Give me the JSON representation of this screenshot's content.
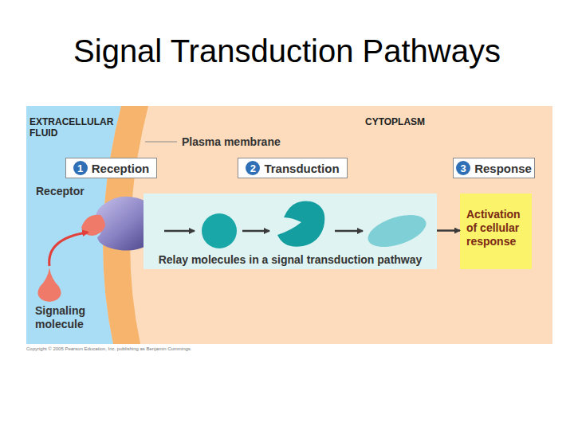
{
  "diagram": {
    "title": "Signal Transduction Pathways",
    "nodes": [
      {
        "text": [
          "1",
          "Reception"
        ]
      },
      {
        "text": [
          "2",
          "Transduction"
        ]
      },
      {
        "text": [
          "3",
          "Response"
        ]
      },
      {
        "text": [
          "Receptor"
        ]
      },
      {
        "text": [
          "Relay molecules in a signal transduction pathway"
        ]
      },
      {
        "text": [
          "Activation of cellular response"
        ]
      },
      {
        "text": [
          "Signaling molecule"
        ]
      }
    ],
    "edges": [
      {
        "from": 6,
        "to": 3,
        "arrow": "to"
      },
      {
        "from": 4,
        "to": 5,
        "arrow": "to"
      }
    ],
    "labels": [
      "EXTRACELLULAR FLUID",
      "CYTOPLASM",
      "Plasma membrane",
      "Copyright © 2005 Pearson Education, Inc. publishing as Benjamin Cummings."
    ]
  }
}
